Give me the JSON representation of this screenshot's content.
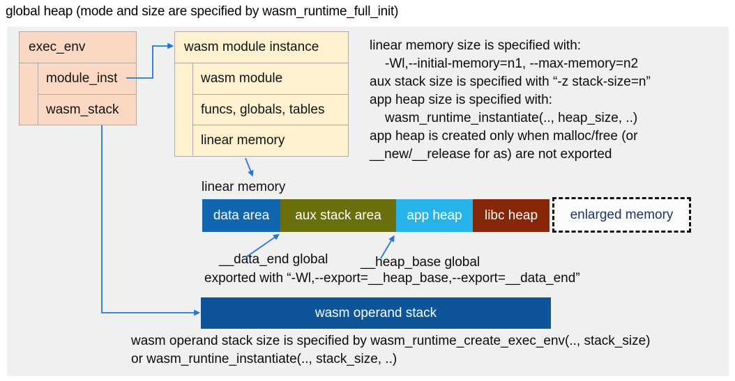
{
  "title": "global heap (mode and size are specified by wasm_runtime_full_init)",
  "exec_env_box": {
    "header": "exec_env",
    "rows": [
      "module_inst",
      "wasm_stack"
    ]
  },
  "module_instance_box": {
    "header": "wasm module instance",
    "rows": [
      "wasm module",
      "funcs, globals, tables",
      "linear memory"
    ]
  },
  "notes_right": {
    "lines": [
      "linear memory size is specified with:",
      "-Wl,--initial-memory=n1, --max-memory=n2",
      "aux stack size is specified with “-z stack-size=n”",
      "app heap size is specified with:",
      "wasm_runtime_instantiate(.., heap_size, ..)",
      "app heap is created only when malloc/free (or",
      "__new/__release for as) are not exported"
    ]
  },
  "linear_memory": {
    "label": "linear memory",
    "segments": [
      {
        "label": "data area",
        "color": "#1066b0",
        "text_color": "#ffffff"
      },
      {
        "label": "aux stack area",
        "color": "#6b6e0d",
        "text_color": "#ffffff"
      },
      {
        "label": "app heap",
        "color": "#27b4eb",
        "text_color": "#ffffff"
      },
      {
        "label": "libc heap",
        "color": "#862709",
        "text_color": "#ffffff"
      },
      {
        "label": "enlarged memory",
        "color": "#fbfbfb",
        "text_color": "#1e3566"
      }
    ]
  },
  "annotations": {
    "data_end_label": "__data_end global",
    "heap_base_label": "__heap_base global",
    "export_line": "exported with “-Wl,--export=__heap_base,--export=__data_end”"
  },
  "operand_stack": {
    "label": "wasm operand stack",
    "color": "#0d5598",
    "text_color": "#ffffff",
    "notes": [
      "wasm operand stack size is specified by wasm_runtime_create_exec_env(.., stack_size)",
      "or wasm_runtine_instantiate(.., stack_size, ..)"
    ]
  },
  "colors": {
    "arrow": "#2577d2",
    "panel_bg": "#f0f0f0",
    "exec_env_fill": "#fbd8c4",
    "module_instance_fill": "#fdf1d0",
    "box_border": "#a9a9a9",
    "dashed_border": "#111111"
  }
}
